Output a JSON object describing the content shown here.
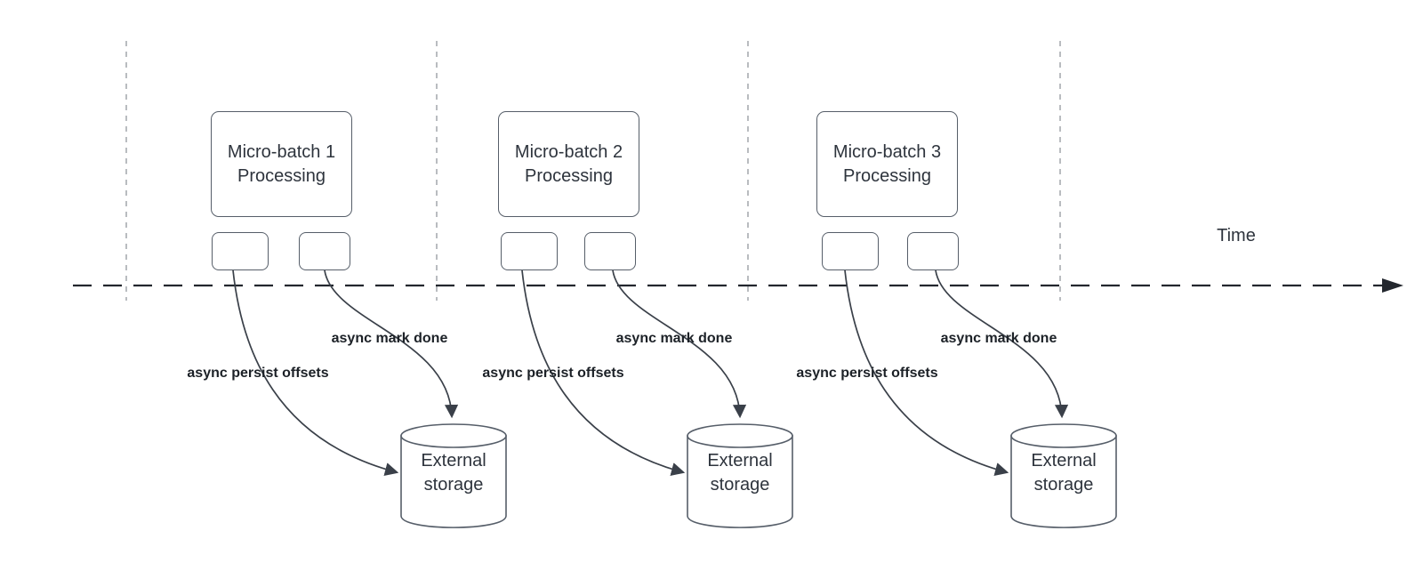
{
  "diagram": {
    "timeline_label": "Time",
    "batches": [
      {
        "title": "Micro-batch 1",
        "subtitle": "Processing",
        "persist_label": "async persist offsets",
        "done_label": "async mark done",
        "storage_label": "External storage"
      },
      {
        "title": "Micro-batch 2",
        "subtitle": "Processing",
        "persist_label": "async persist offsets",
        "done_label": "async mark done",
        "storage_label": "External storage"
      },
      {
        "title": "Micro-batch 3",
        "subtitle": "Processing",
        "persist_label": "async persist offsets",
        "done_label": "async mark done",
        "storage_label": "External storage"
      }
    ],
    "colors": {
      "shape_border": "#565e69",
      "curve_line": "#3a4049",
      "timeline_line": "#23272e",
      "guide_line": "#a2a6ab",
      "text": "#2e343d",
      "bold_label": "#1c2127",
      "background": "#ffffff"
    }
  }
}
